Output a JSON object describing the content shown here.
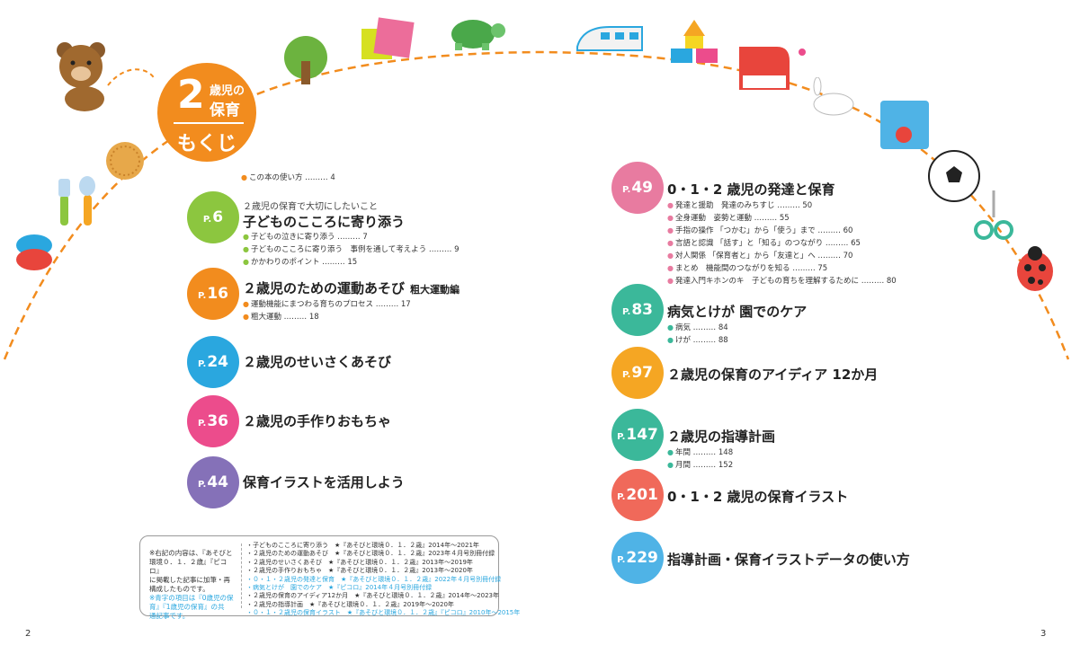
{
  "colors": {
    "orange": "#f28c1e",
    "green": "#8cc63f",
    "blue": "#2aa7df",
    "pink": "#ec4c8c",
    "purple": "#8571b8",
    "rose": "#e87ba0",
    "teal": "#3bb89a",
    "yellow": "#f5a623",
    "coral": "#f0695a",
    "sky": "#4fb3e6",
    "arc": "#f28c1e"
  },
  "header": {
    "number": "2",
    "line1": "歳児の",
    "line2": "保育",
    "line3": "もくじ"
  },
  "intro_item": "この本の使い方 ……… 4",
  "left_sections": [
    {
      "page": "6",
      "sub": "２歳児の保育で大切にしたいこと",
      "title": "子どものこころに寄り添う",
      "small": "",
      "items": [
        "子どもの泣きに寄り添う ……… 7",
        "子どものこころに寄り添う　事例を通して考えよう ……… 9",
        "かかわりのポイント ……… 15"
      ]
    },
    {
      "page": "16",
      "sub": "",
      "title": "２歳児のための運動あそび",
      "small": "粗大運動編",
      "items": [
        "運動機能にまつわる育ちのプロセス ……… 17",
        "粗大運動 ……… 18"
      ]
    },
    {
      "page": "24",
      "sub": "",
      "title": "２歳児のせいさくあそび",
      "small": "",
      "items": []
    },
    {
      "page": "36",
      "sub": "",
      "title": "２歳児の手作りおもちゃ",
      "small": "",
      "items": []
    },
    {
      "page": "44",
      "sub": "",
      "title": "保育イラストを活用しよう",
      "small": "",
      "items": []
    }
  ],
  "right_sections": [
    {
      "page": "49",
      "title": "0・1・2 歳児の発達と保育",
      "items": [
        "発達と援助　発達のみちすじ ……… 50",
        "全身運動　姿勢と運動 ……… 55",
        "手指の操作 「つかむ」から「使う」まで ……… 60",
        "言語と認識 「話す」と「知る」のつながり ……… 65",
        "対人関係 「保育者と」から「友達と」へ ……… 70",
        "まとめ　機能間のつながりを知る ……… 75",
        "発達入門キホンのキ　子どもの育ちを理解するために ……… 80"
      ]
    },
    {
      "page": "83",
      "title": "病気とけが 園でのケア",
      "items": [
        "病気 ……… 84",
        "けが ……… 88"
      ]
    },
    {
      "page": "97",
      "title": "２歳児の保育のアイディア 12か月",
      "items": []
    },
    {
      "page": "147",
      "title": "２歳児の指導計画",
      "items": [
        "年間 ……… 148",
        "月間 ……… 152"
      ]
    },
    {
      "page": "201",
      "title": "0・1・2 歳児の保育イラスト",
      "items": []
    },
    {
      "page": "229",
      "title": "指導計画・保育イラストデータの使い方",
      "items": []
    }
  ],
  "note": {
    "left": [
      "※右記の内容は、『あそびと",
      "環境０．１．２歳』『ピコロ』",
      "に掲載した記事に加筆・再",
      "構成したものです。"
    ],
    "left_blue": [
      "※青字の項目は『0歳児の保",
      "育』『1歳児の保育』の共",
      "通記事です。"
    ],
    "right": [
      {
        "text": "・子どものこころに寄り添う　★『あそびと環境０．１．２歳』2014年～2021年",
        "blue": false
      },
      {
        "text": "・２歳児のための運動あそび　★『あそびと環境０．１．２歳』2023年４月号別冊付録",
        "blue": false
      },
      {
        "text": "・２歳児のせいさくあそび　★『あそびと環境０．１．２歳』2013年～2019年",
        "blue": false
      },
      {
        "text": "・２歳児の手作りおもちゃ　★『あそびと環境０．１．２歳』2013年～2020年",
        "blue": false
      },
      {
        "text": "・０・１・２歳児の発達と保育　★『あそびと環境０．１．２歳』2022年４月号別冊付録",
        "blue": true
      },
      {
        "text": "・病気とけが　園でのケア　★『ピコロ』2014年４月号別冊付録",
        "blue": true
      },
      {
        "text": "・２歳児の保育のアイディア12か月　★『あそびと環境０．１．２歳』2014年～2023年",
        "blue": false
      },
      {
        "text": "・２歳児の指導計画　★『あそびと環境０．１．２歳』2019年～2020年",
        "blue": false
      },
      {
        "text": "・０・１・２歳児の保育イラスト　★『あそびと環境０．１．２歳』『ピコロ』2010年～2015年",
        "blue": true
      }
    ]
  },
  "page_left": "2",
  "page_right": "3"
}
